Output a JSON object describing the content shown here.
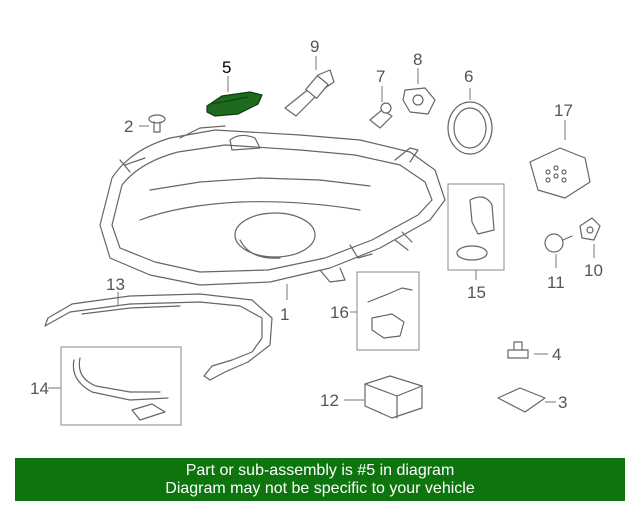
{
  "callouts": {
    "c1": "1",
    "c2": "2",
    "c3": "3",
    "c4": "4",
    "c5": "5",
    "c6": "6",
    "c7": "7",
    "c8": "8",
    "c9": "9",
    "c10": "10",
    "c11": "11",
    "c12": "12",
    "c13": "13",
    "c14": "14",
    "c15": "15",
    "c16": "16",
    "c17": "17"
  },
  "highlight": {
    "part": "5",
    "color": "#1e6b1e"
  },
  "banner": {
    "line1": "Part or sub-assembly is #5 in diagram",
    "line2": "Diagram may not be specific to your vehicle",
    "background": "#0e750e",
    "text_color": "#ffffff"
  }
}
